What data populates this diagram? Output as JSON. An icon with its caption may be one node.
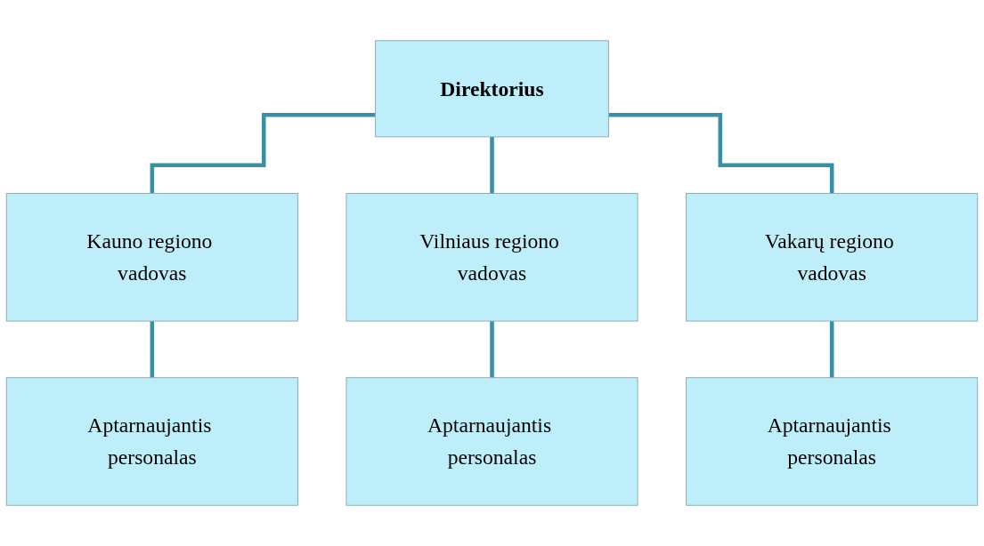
{
  "diagram": {
    "nodes": [
      {
        "text": [
          "Direktorius"
        ]
      },
      {
        "text": [
          "Kauno regiono vadovas"
        ]
      },
      {
        "text": [
          "Vilniaus regiono vadovas"
        ]
      },
      {
        "text": [
          "Vakarų regiono vadovas"
        ]
      },
      {
        "text": [
          "Aptarnaujantis personalas"
        ]
      },
      {
        "text": [
          "Aptarnaujantis personalas"
        ]
      },
      {
        "text": [
          "Aptarnaujantis personalas"
        ]
      }
    ],
    "edges": [
      {
        "from": 0,
        "to": 1,
        "arrow": "none"
      },
      {
        "from": 0,
        "to": 2,
        "arrow": "none"
      },
      {
        "from": 0,
        "to": 3,
        "arrow": "none"
      },
      {
        "from": 1,
        "to": 4,
        "arrow": "none"
      },
      {
        "from": 2,
        "to": 5,
        "arrow": "none"
      },
      {
        "from": 3,
        "to": 6,
        "arrow": "none"
      }
    ]
  }
}
